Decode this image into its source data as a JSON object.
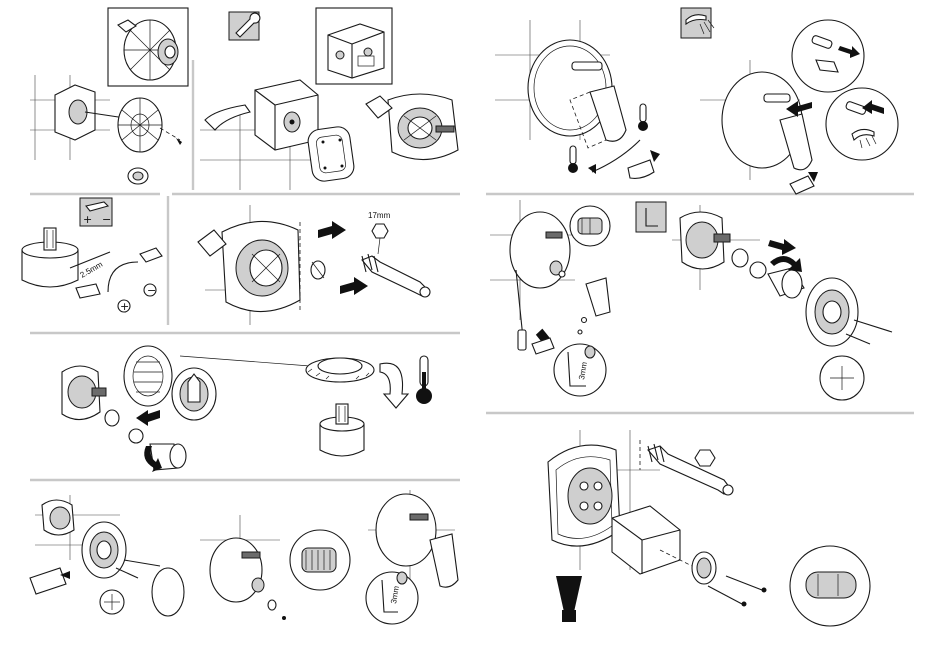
{
  "labels": {
    "wrench_size_upper": "17mm",
    "allen_size_upper": "2.5mm",
    "allen_size_right": "3mm",
    "allen_size_bottom": "3mm",
    "plus_sign": "+",
    "minus_sign": "−",
    "warning_mark": "!"
  },
  "colors": {
    "line": "#1a1a1a",
    "separator": "#c8c8c8",
    "gray_fill": "#cfcfcf",
    "dark_fill": "#6b6b6b"
  }
}
